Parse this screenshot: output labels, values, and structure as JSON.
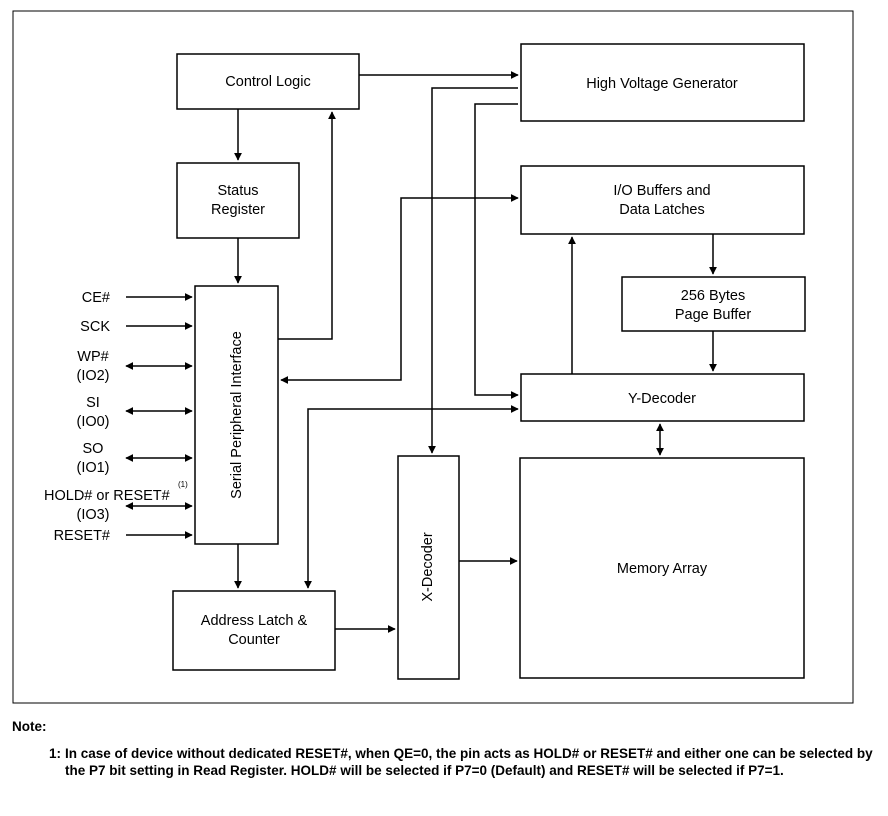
{
  "diagram": {
    "blocks": {
      "control_logic": "Control Logic",
      "high_voltage_generator": "High Voltage Generator",
      "status_register": [
        "Status",
        "Register"
      ],
      "io_buffers": [
        "I/O Buffers and",
        "Data Latches"
      ],
      "page_buffer": [
        "256 Bytes",
        "Page Buffer"
      ],
      "spi": "Serial Peripheral Interface",
      "y_decoder": "Y-Decoder",
      "x_decoder": "X-Decoder",
      "memory_array": "Memory Array",
      "address_latch": [
        "Address Latch &",
        "Counter"
      ]
    },
    "pins": {
      "ce": "CE#",
      "sck": "SCK",
      "wp": [
        "WP#",
        "(IO2)"
      ],
      "si": [
        "SI",
        "(IO0)"
      ],
      "so": [
        "SO",
        "(IO1)"
      ],
      "hold": [
        "HOLD# or RESET#",
        "(IO3)"
      ],
      "hold_sup": "(1)",
      "reset": "RESET#"
    }
  },
  "note": {
    "title": "Note:",
    "number": "1:",
    "text": "In case of device without dedicated RESET#, when QE=0, the pin acts as HOLD# or RESET# and either one can be selected by the P7 bit setting in Read Register. HOLD# will be selected if P7=0 (Default) and RESET# will be selected if P7=1."
  }
}
